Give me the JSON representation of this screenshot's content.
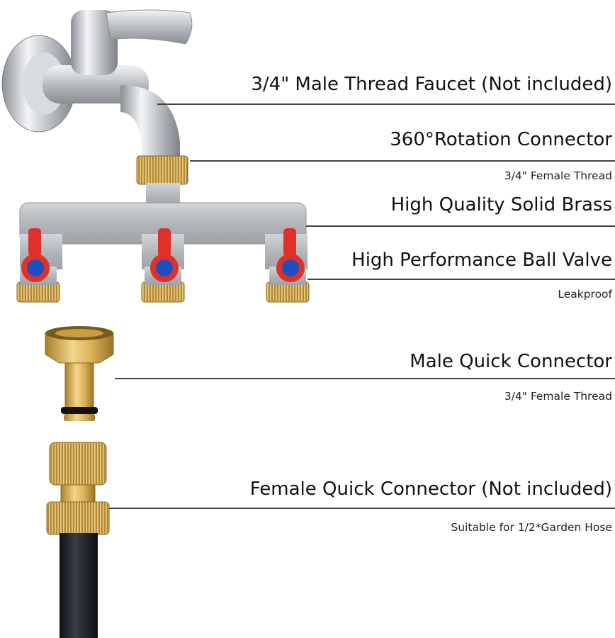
{
  "callouts": [
    {
      "title": "3/4\" Male Thread Faucet (Not included)",
      "subtitle": ""
    },
    {
      "title": "360°Rotation Connector",
      "subtitle": "3/4\" Female Thread"
    },
    {
      "title": "High Quality Solid Brass",
      "subtitle": ""
    },
    {
      "title": "High Performance Ball Valve",
      "subtitle": "Leakproof"
    },
    {
      "title": "Male Quick Connector",
      "subtitle": "3/4\" Female Thread"
    },
    {
      "title": "Female Quick Connector (Not included)",
      "subtitle": "Suitable for 1/2*Garden Hose"
    }
  ],
  "colors": {
    "chrome": "#c9cdd2",
    "silver_body": "#b9bcc0",
    "brass": "#d9b25a",
    "valve_red": "#e0302a",
    "valve_blue": "#1f4fbf",
    "hose": "#1b1d22",
    "line": "#444444"
  }
}
